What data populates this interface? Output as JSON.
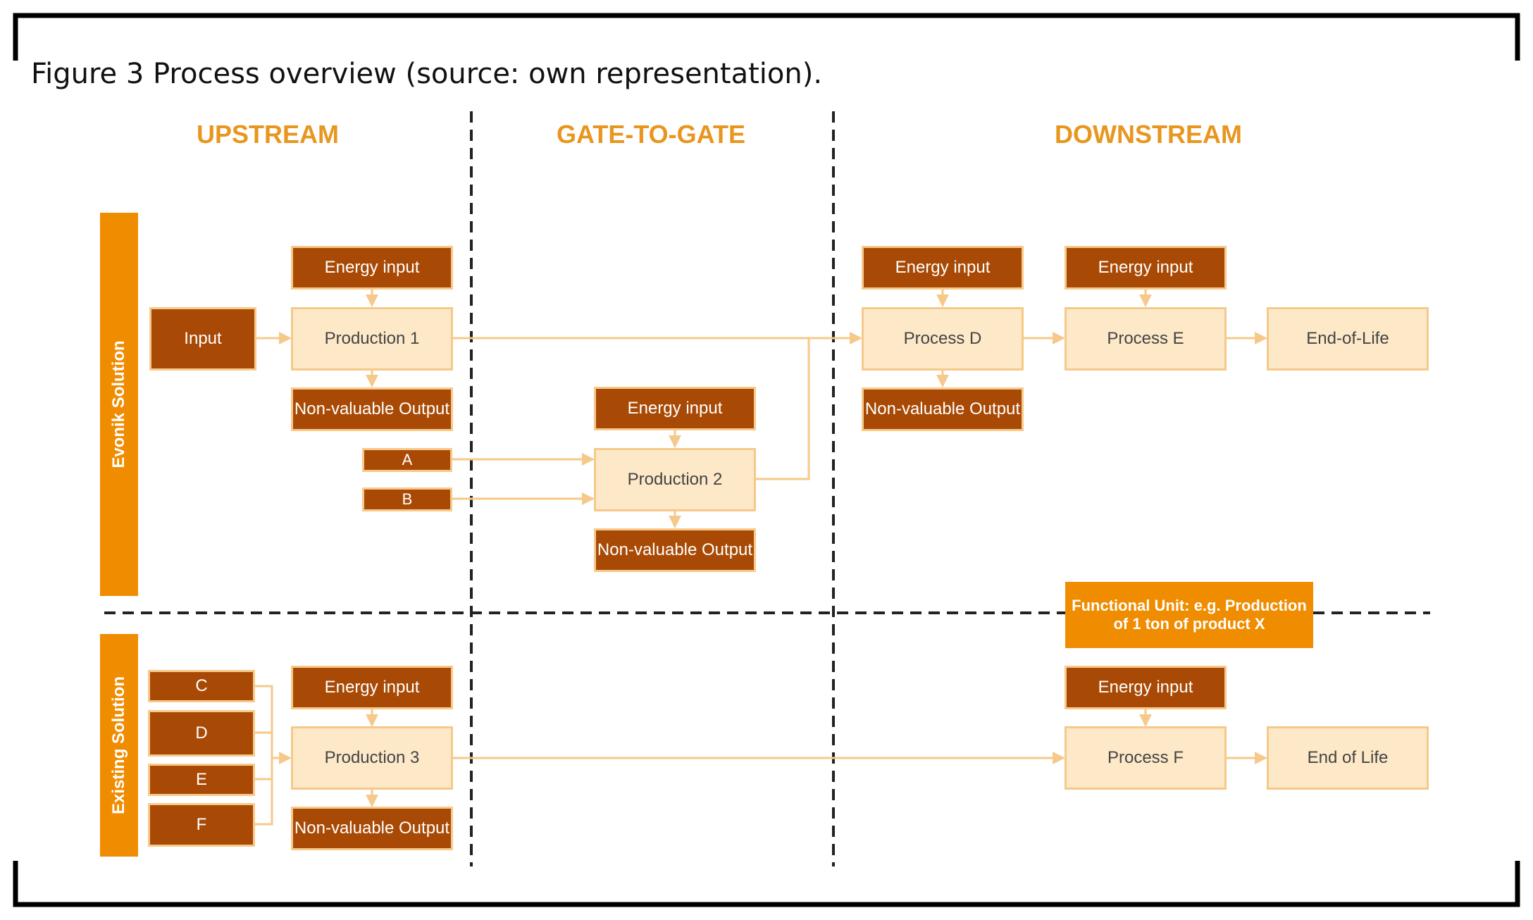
{
  "caption": "Figure 3 Process overview (source: own representation).",
  "stages": {
    "upstream": "UPSTREAM",
    "gate": "GATE-TO-GATE",
    "downstream": "DOWNSTREAM"
  },
  "sidebars": {
    "evonik": "Evonik Solution",
    "existing": "Existing Solution"
  },
  "boxes": {
    "energy_input": "Energy input",
    "non_valuable_output": "Non-valuable Output",
    "input": "Input",
    "production_1": "Production 1",
    "production_2": "Production 2",
    "production_3": "Production 3",
    "process_d": "Process D",
    "process_e": "Process E",
    "process_f": "Process F",
    "end_of_life_1": "End-of-Life",
    "end_of_life_2": "End of Life",
    "a": "A",
    "b": "B",
    "c": "C",
    "d": "D",
    "e": "E",
    "f": "F",
    "functional_unit": "Functional Unit: e.g. Production of 1 ton of product X"
  },
  "colors": {
    "accent": "#f08c00",
    "dark_box": "#a84a05",
    "light_box": "#fde8c8",
    "line": "#f6c98a",
    "stage_label": "#e8961e"
  }
}
